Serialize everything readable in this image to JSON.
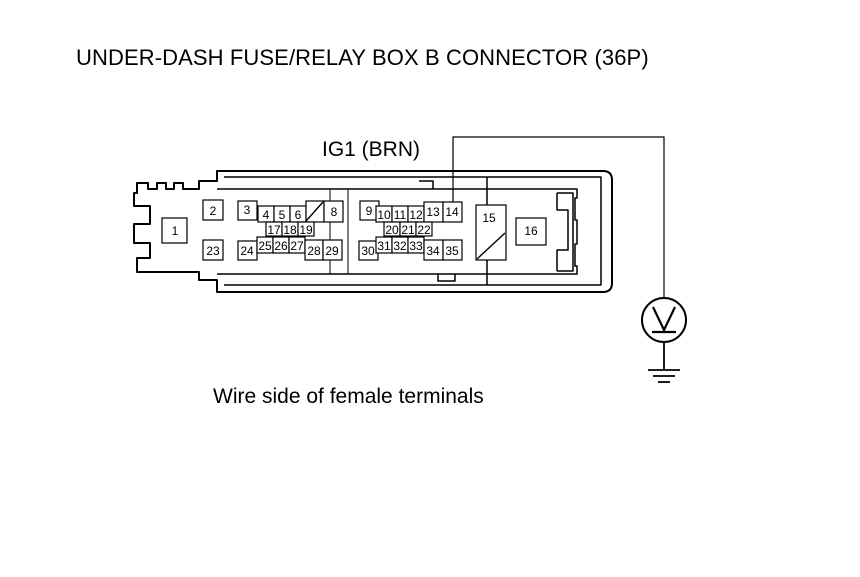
{
  "title": "UNDER-DASH FUSE/RELAY BOX B CONNECTOR (36P)",
  "wire_label": "IG1 (BRN)",
  "caption": "Wire side of female terminals",
  "meter_icon": "voltmeter-icon",
  "ground_icon": "ground-icon",
  "terminals": [
    "1",
    "2",
    "3",
    "4",
    "5",
    "6",
    "8",
    "9",
    "10",
    "11",
    "12",
    "13",
    "14",
    "15",
    "16",
    "17",
    "18",
    "19",
    "20",
    "21",
    "22",
    "23",
    "24",
    "25",
    "26",
    "27",
    "28",
    "29",
    "30",
    "31",
    "32",
    "33",
    "34",
    "35"
  ]
}
